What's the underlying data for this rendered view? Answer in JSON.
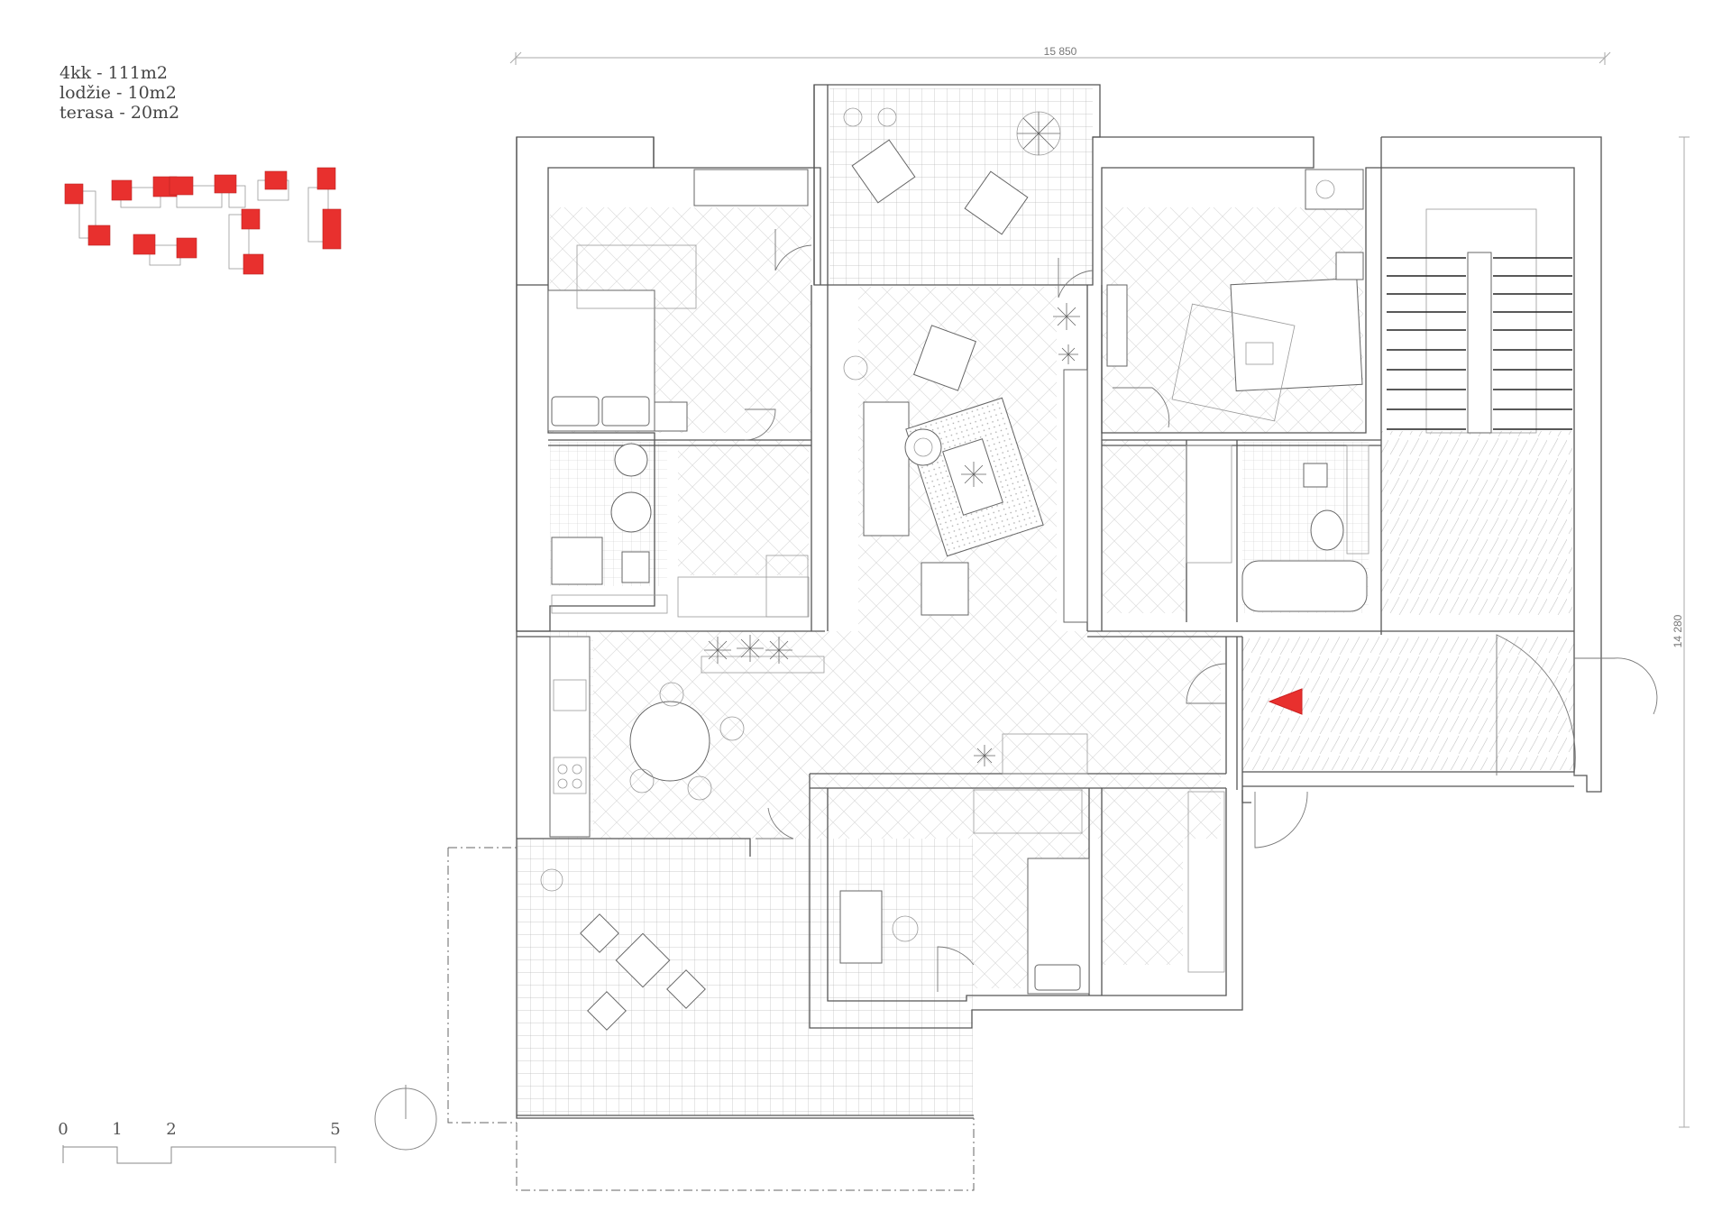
{
  "legend": {
    "line1": "4kk - 111m2",
    "line2": "lodžie - 10m2",
    "line3": "terasa - 20m2"
  },
  "dimensions": {
    "width": "15 850",
    "height": "14 280"
  },
  "scale_bar": {
    "labels": [
      "0",
      "1",
      "2",
      "5"
    ]
  },
  "colors": {
    "accent": "#e8302e",
    "line": "#555555",
    "pattern": "#dddddd"
  },
  "icons": {
    "entry_marker": "entry-arrow-icon",
    "north": "north-arrow-icon"
  }
}
